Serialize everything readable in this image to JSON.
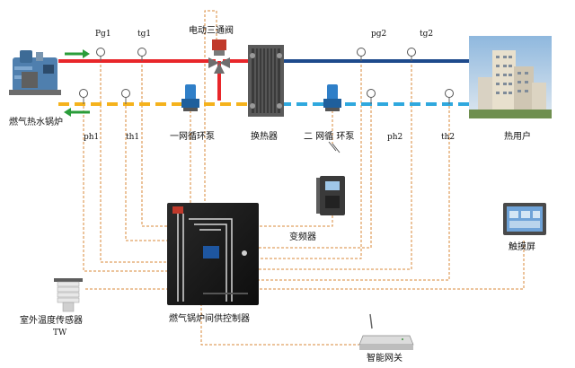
{
  "labels": {
    "boiler": "燃气热水锅炉",
    "valve": "电动三通阀",
    "primary_pump": "一网循环泵",
    "heat_exchanger": "换热器",
    "secondary_pump": "二 网循 环泵",
    "heat_user": "热用户",
    "inverter": "变频器",
    "touchscreen": "触摸屏",
    "controller": "燃气锅炉间供控制器",
    "outdoor_sensor": "室外温度传感器",
    "outdoor_sensor_code": "TW",
    "gateway": "智能网关"
  },
  "sensors": {
    "pg1": "Pg1",
    "tg1": "tg1",
    "ph1": "ph1",
    "th1": "th1",
    "pg2": "pg2",
    "tg2": "tg2",
    "ph2": "ph2",
    "th2": "th2"
  },
  "colors": {
    "supply_line": "#e8262a",
    "return_line": "#f5b21c",
    "secondary_supply": "#1e4a8c",
    "secondary_return": "#2fa8de",
    "arrow_green": "#2a9d3a",
    "signal_wire": "#d9883a"
  }
}
